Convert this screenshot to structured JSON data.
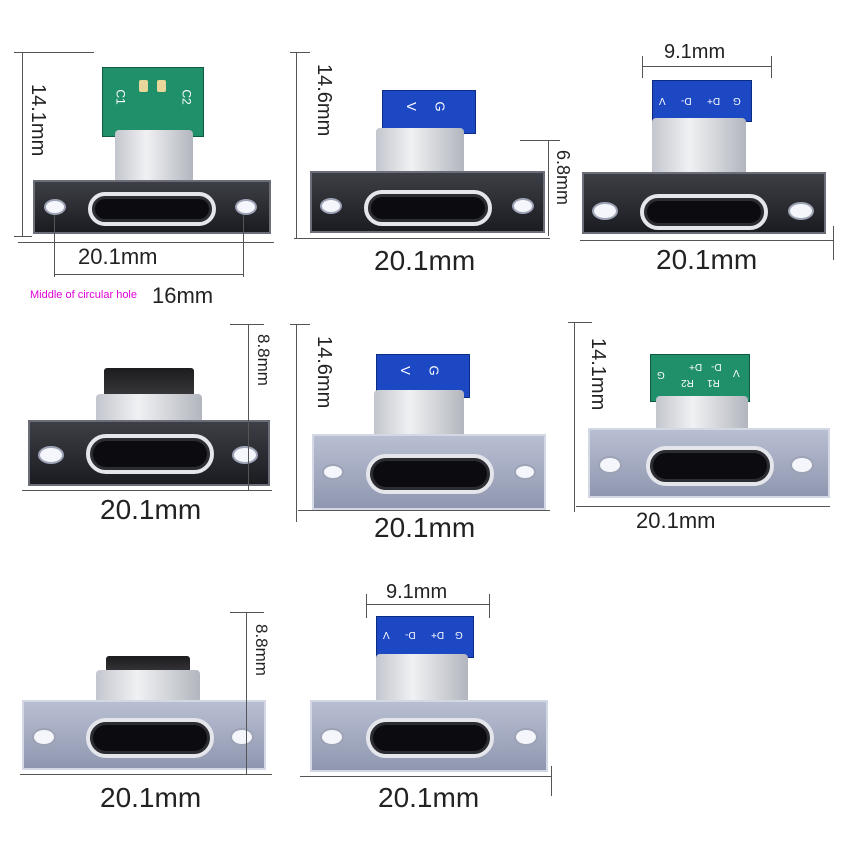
{
  "annotation": {
    "hole_note": "Middle of circular hole",
    "hole_note_color": "#e000d8"
  },
  "variants": [
    {
      "id": 1,
      "width": "20.1mm",
      "height": "14.1mm",
      "hole_spacing": "16mm",
      "plate": "dark",
      "board": "green",
      "board_text": [
        "C1",
        "C2"
      ]
    },
    {
      "id": 2,
      "width": "20.1mm",
      "height": "14.6mm",
      "plate_height": "6.8mm",
      "plate": "dark",
      "board": "blue",
      "board_text": [
        "V",
        "G"
      ]
    },
    {
      "id": 3,
      "width": "20.1mm",
      "board_width": "9.1mm",
      "plate": "dark",
      "board": "blue",
      "board_text": [
        "V",
        "D-",
        "D+",
        "G"
      ]
    },
    {
      "id": 4,
      "width": "20.1mm",
      "height": "8.8mm",
      "plate": "dark",
      "board": "none"
    },
    {
      "id": 5,
      "width": "20.1mm",
      "height": "14.6mm",
      "plate": "light",
      "board": "blue",
      "board_text": [
        "V",
        "G"
      ]
    },
    {
      "id": 6,
      "width": "20.1mm",
      "height": "14.1mm",
      "plate": "light",
      "board": "green",
      "board_text": [
        "V",
        "D-",
        "D+",
        "G",
        "R1",
        "R2"
      ]
    },
    {
      "id": 7,
      "width": "20.1mm",
      "height": "8.8mm",
      "plate": "light",
      "board": "none"
    },
    {
      "id": 8,
      "width": "20.1mm",
      "board_width": "9.1mm",
      "plate": "light",
      "board": "blue",
      "board_text": [
        "V",
        "D-",
        "D+",
        "G"
      ]
    }
  ]
}
